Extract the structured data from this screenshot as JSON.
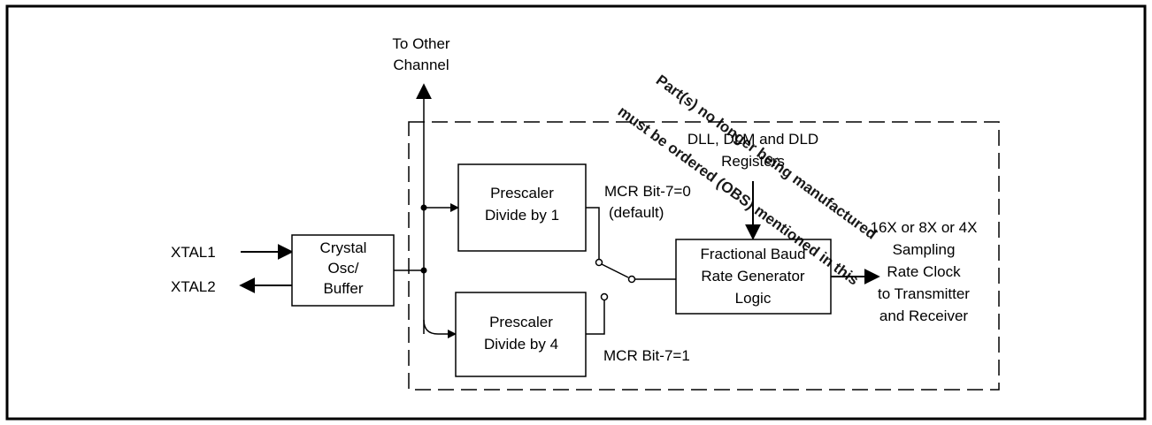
{
  "inputs": {
    "xtal1": "XTAL1",
    "xtal2": "XTAL2"
  },
  "osc": {
    "line1": "Crystal",
    "line2": "Osc/",
    "line3": "Buffer"
  },
  "to_other": {
    "line1": "To Other",
    "line2": "Channel"
  },
  "prescaler1": {
    "line1": "Prescaler",
    "line2": "Divide by 1"
  },
  "prescaler4": {
    "line1": "Prescaler",
    "line2": "Divide by 4"
  },
  "mcr0": {
    "line1": "MCR Bit-7=0",
    "line2": "(default)"
  },
  "mcr1": "MCR Bit-7=1",
  "registers": {
    "line1": "DLL, DLM and DLD",
    "line2": "Registers"
  },
  "brg": {
    "line1": "Fractional Baud",
    "line2": "Rate Generator",
    "line3": "Logic"
  },
  "output": {
    "line1": "16X or 8X or 4X",
    "line2": "Sampling",
    "line3": "Rate Clock",
    "line4": "to Transmitter",
    "line5": "and Receiver"
  },
  "watermark": {
    "line1": "Part(s) no longer being manufactured",
    "line2": "must be ordered (OBS) mentioned in this",
    "color": "#d40000"
  }
}
